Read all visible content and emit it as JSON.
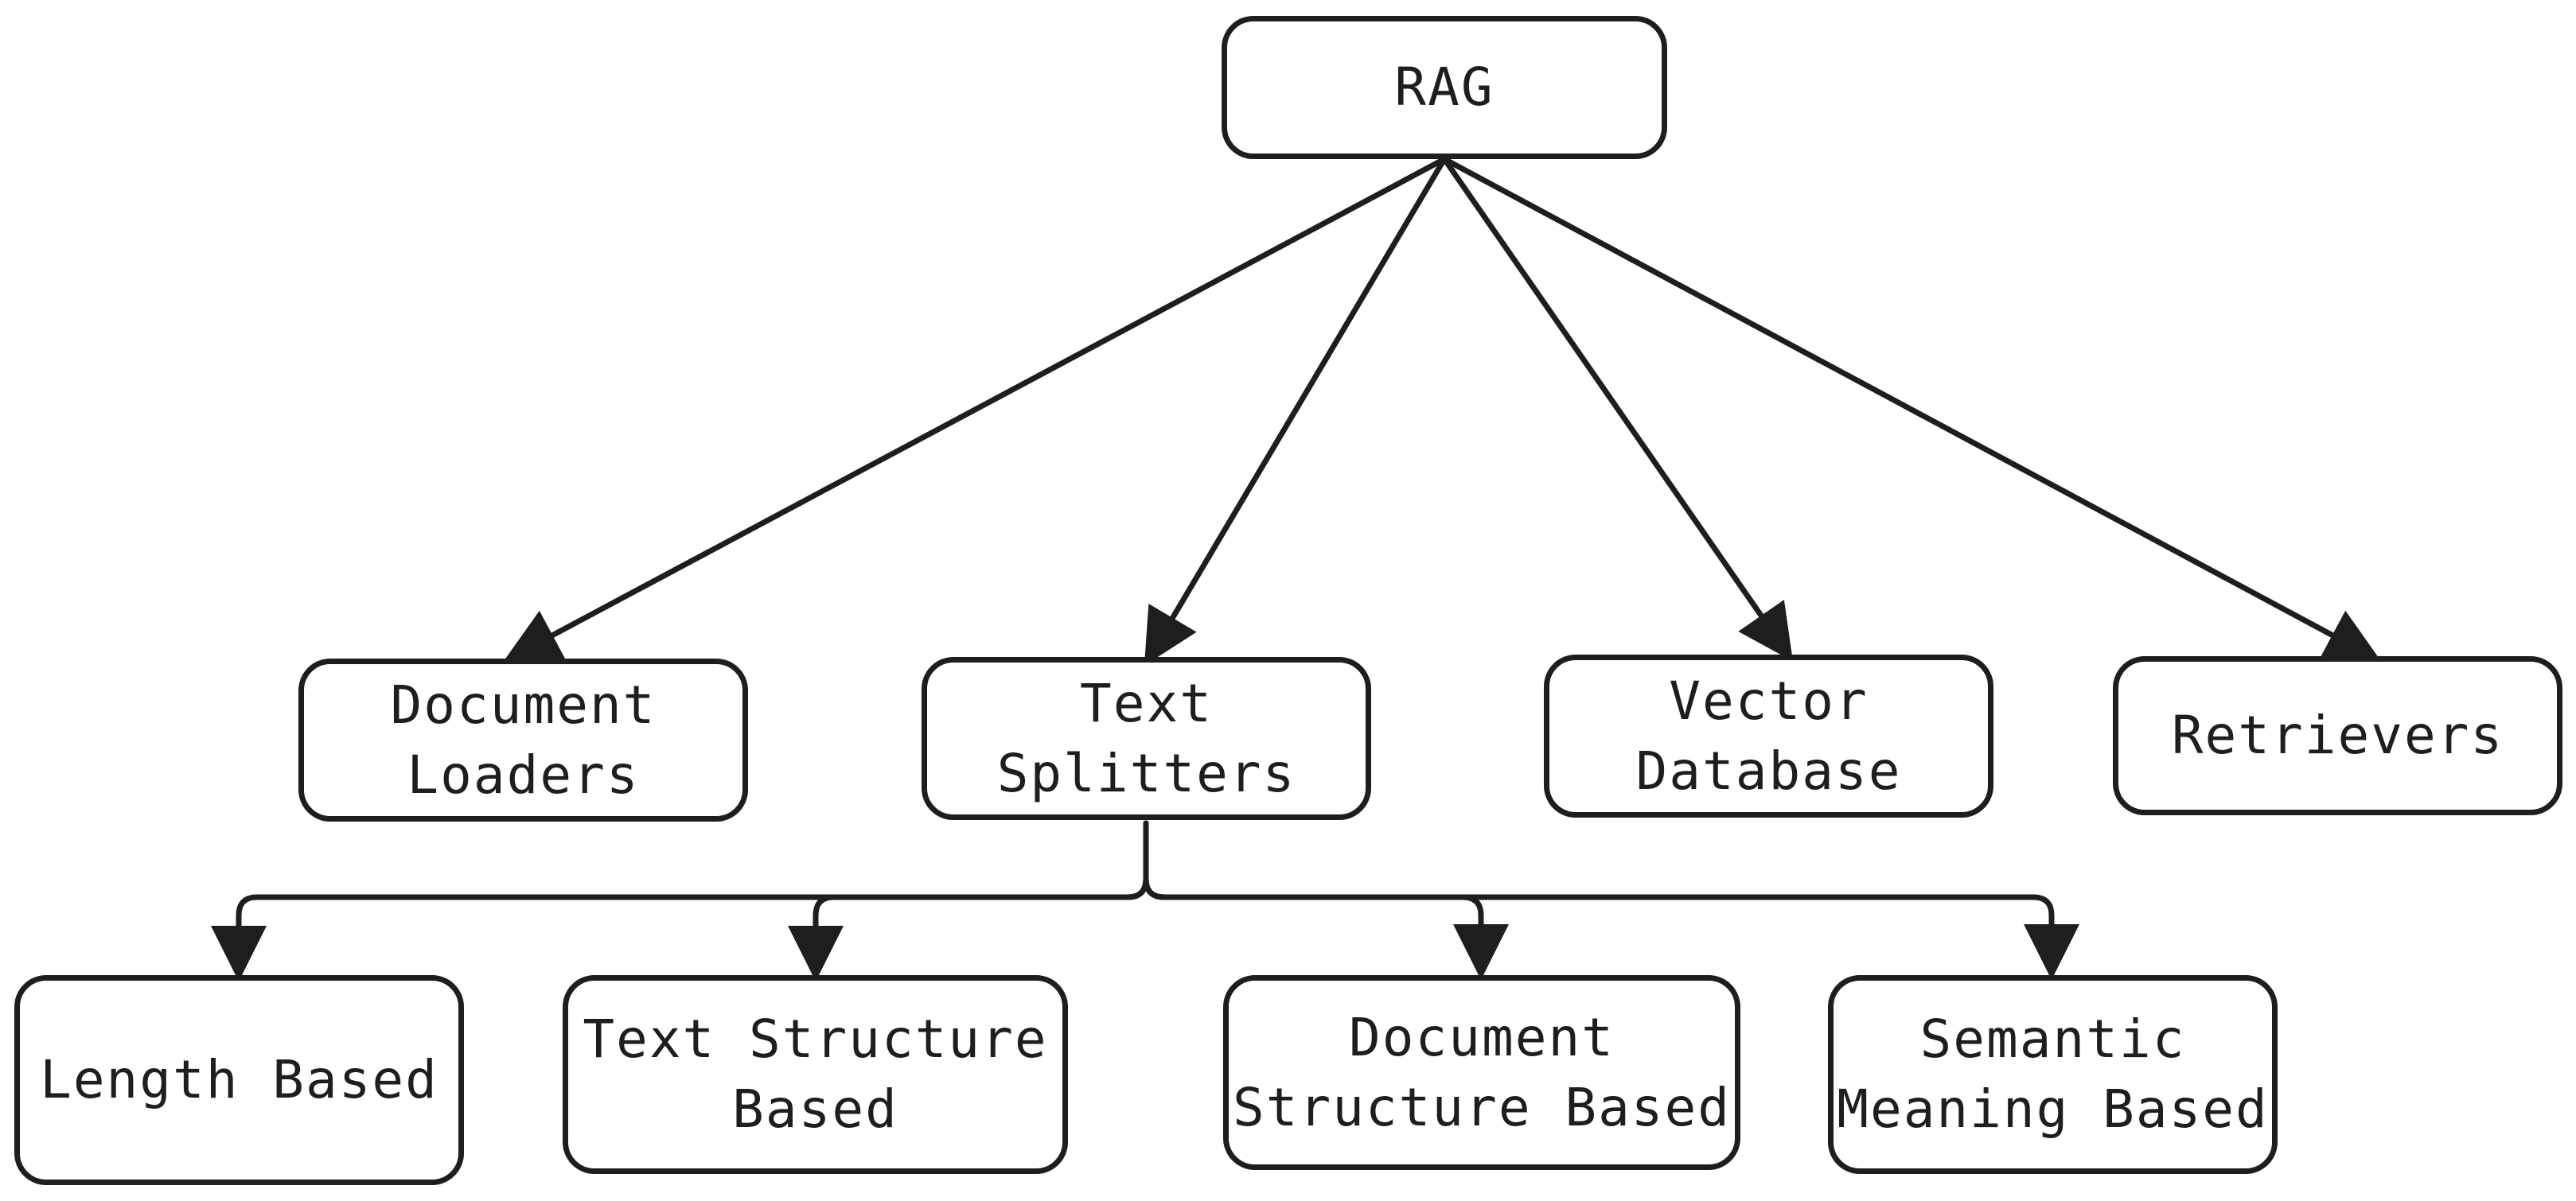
{
  "diagram": {
    "root": {
      "label": "RAG"
    },
    "components": [
      {
        "id": "loaders",
        "label": "Document\nLoaders"
      },
      {
        "id": "splitters",
        "label": "Text\nSplitters"
      },
      {
        "id": "vectordb",
        "label": "Vector\nDatabase"
      },
      {
        "id": "retrievers",
        "label": "Retrievers"
      }
    ],
    "splitter_types": [
      {
        "id": "length",
        "label": "Length Based"
      },
      {
        "id": "textstruct",
        "label": "Text Structure\nBased"
      },
      {
        "id": "docstruct",
        "label": "Document\nStructure Based"
      },
      {
        "id": "semantic",
        "label": "Semantic\nMeaning Based"
      }
    ],
    "colors": {
      "stroke": "#1e1e1e",
      "background": "#ffffff"
    }
  }
}
